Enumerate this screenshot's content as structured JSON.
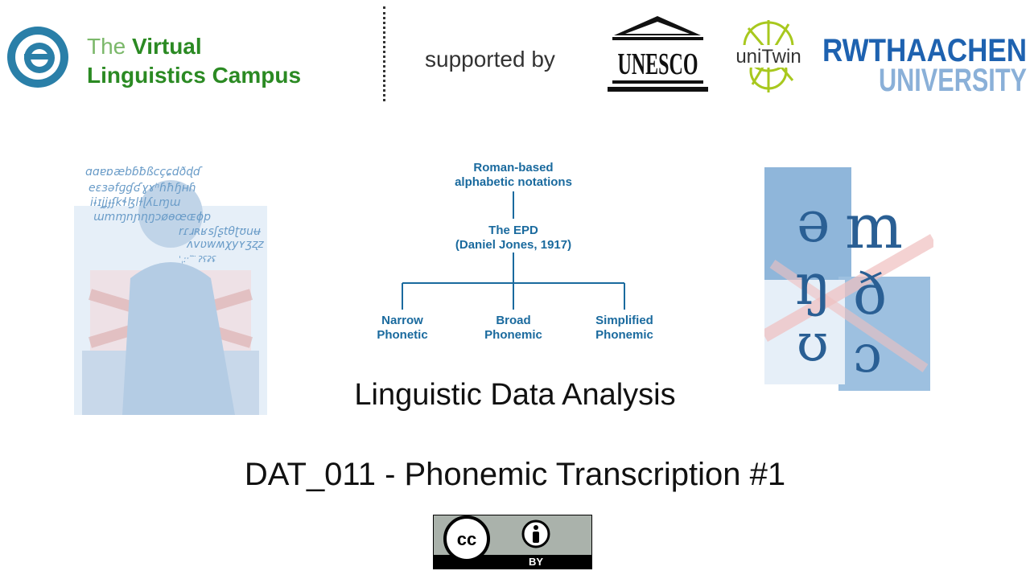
{
  "header": {
    "title_the": "The",
    "title_virtual": "Virtual",
    "title_line2": "Linguistics Campus",
    "supported_by": "supported by",
    "unesco_text": "UNESCO",
    "unitwin_text": "uniTwin",
    "rwth_line1": "RWTHAACHEN",
    "rwth_line2": "UNIVERSITY"
  },
  "diagram": {
    "root_line1": "Roman-based",
    "root_line2": "alphabetic notations",
    "mid_line1": "The EPD",
    "mid_line2": "(Daniel Jones, 1917)",
    "leaf1_line1": "Narrow",
    "leaf1_line2": "Phonetic",
    "leaf2_line1": "Broad",
    "leaf2_line2": "Phonemic",
    "leaf3_line1": "Simplified",
    "leaf3_line2": "Phonemic"
  },
  "right_symbols": {
    "s1": "ə",
    "s2": "m",
    "s3": "ŋ",
    "s4": "ð",
    "s5": "ʊ",
    "s6": "ɔ"
  },
  "left_letters": {
    "row1": "ɑɑɐɒæbɓƀßcçɕdðɖɗ",
    "row2": "eɛɜəfɡɠʛɣɤʰɦħɧʜɦ",
    "row3": "iɨɪjʝɟʄkɬɮlɫɭʎʟɱɯ",
    "row4": "ɯmɱnɲɳŋɔøɵœɶɸp",
    "row5": "rɾɹʀʁsʃʂtθʈʊuʉ",
    "row6": "ʌvʋwʍχyʏʒʐz",
    "row7": "ˈˌːˑ ̃ ̈ ʔʕʡʢ"
  },
  "main": {
    "title": "Linguistic Data Analysis",
    "subtitle": "DAT_011 - Phonemic Transcription #1"
  },
  "license": {
    "cc": "cc",
    "by": "BY"
  }
}
